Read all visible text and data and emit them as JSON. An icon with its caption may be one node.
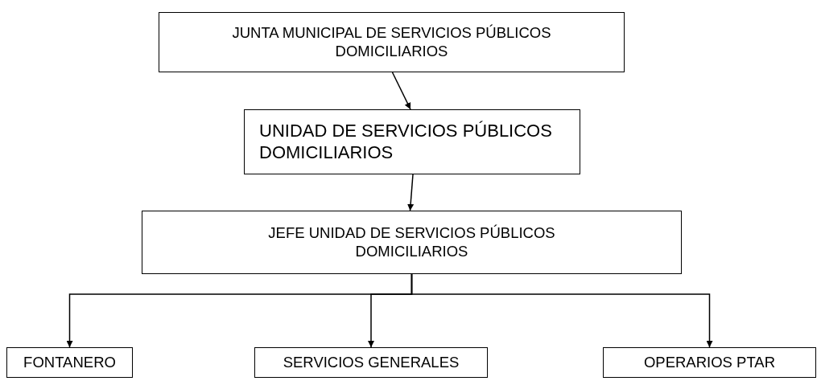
{
  "diagram": {
    "nodes": [
      {
        "text": [
          "JUNTA MUNICIPAL DE SERVICIOS PÚBLICOS DOMICILIARIOS"
        ]
      },
      {
        "text": [
          "UNIDAD DE SERVICIOS PÚBLICOS DOMICILIARIOS"
        ]
      },
      {
        "text": [
          "JEFE UNIDAD DE SERVICIOS PÚBLICOS DOMICILIARIOS"
        ]
      },
      {
        "text": [
          "FONTANERO"
        ]
      },
      {
        "text": [
          "SERVICIOS GENERALES"
        ]
      },
      {
        "text": [
          "OPERARIOS PTAR"
        ]
      }
    ],
    "edges": [
      {
        "from": 0,
        "to": 1,
        "arrow": "to"
      },
      {
        "from": 1,
        "to": 2,
        "arrow": "to"
      },
      {
        "from": 2,
        "to": 3,
        "arrow": "to"
      },
      {
        "from": 2,
        "to": 4,
        "arrow": "to"
      },
      {
        "from": 2,
        "to": 5,
        "arrow": "to"
      }
    ]
  }
}
